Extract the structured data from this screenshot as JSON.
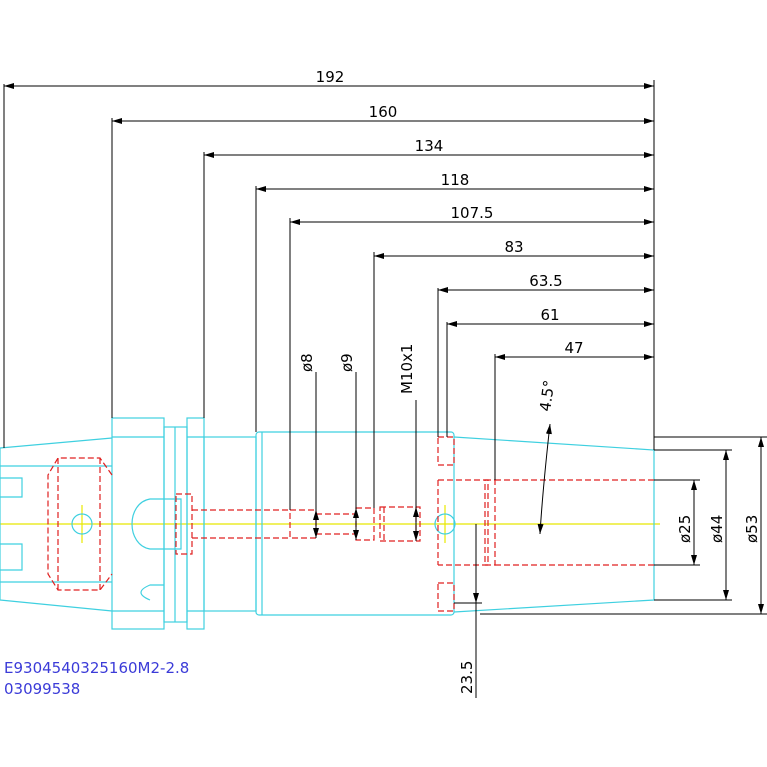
{
  "colors": {
    "outline": "#3fd0e0",
    "hidden": "#e02020",
    "centerline": "#e8e800",
    "dimension": "#000000",
    "title": "#3b3bd8"
  },
  "dimensions": {
    "length_192": "192",
    "length_160": "160",
    "length_134": "134",
    "length_118": "118",
    "length_107_5": "107.5",
    "length_83": "83",
    "length_63_5": "63.5",
    "length_61": "61",
    "length_47": "47",
    "dia_8": "ø8",
    "dia_9": "ø9",
    "thread": "M10x1",
    "angle": "4.5°",
    "dia_25": "ø25",
    "dia_44": "ø44",
    "dia_53": "ø53",
    "offset_23_5": "23.5"
  },
  "title_block": {
    "part_code": "E9304540325160M2-2.8",
    "part_number": "03099538"
  }
}
